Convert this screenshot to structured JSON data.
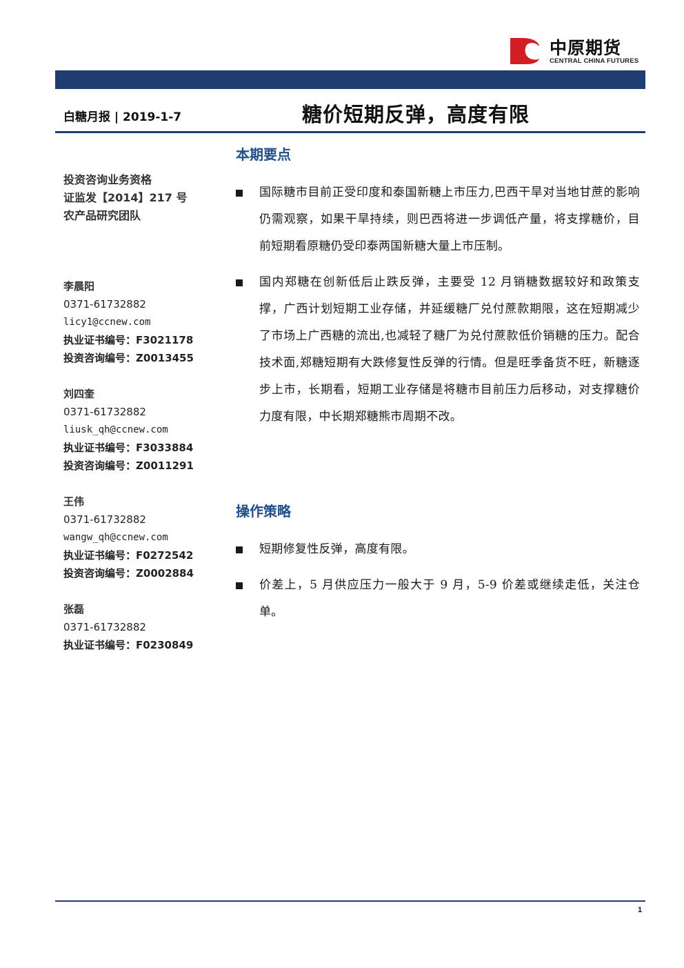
{
  "brand": {
    "name_cn": "中原期货",
    "name_en": "CENTRAL CHINA FUTURES",
    "colors": {
      "logo_red": "#d21f26",
      "band_navy": "#1f3d70",
      "heading_blue": "#1f4e8c"
    }
  },
  "header": {
    "report_type": "白糖月报 | 2019-1-7",
    "title": "糖价短期反弹，高度有限"
  },
  "sidebar": {
    "qualification": [
      "投资咨询业务资格",
      "证监发【2014】217 号",
      "农产品研究团队"
    ],
    "analysts": [
      {
        "name": "李晨阳",
        "phone": "0371-61732882",
        "email": "licy1@ccnew.com",
        "license": "执业证书编号：F3021178",
        "consult": "投资咨询编号：Z0013455"
      },
      {
        "name": "刘四奎",
        "phone": "0371-61732882",
        "email": "liusk_qh@ccnew.com",
        "license": "执业证书编号：F3033884",
        "consult": "投资咨询编号：Z0011291"
      },
      {
        "name": "王伟",
        "phone": "0371-61732882",
        "email": "wangw_qh@ccnew.com",
        "license": "执业证书编号：F0272542",
        "consult": "投资咨询编号：Z0002884"
      },
      {
        "name": "张磊",
        "phone": "0371-61732882",
        "license": "执业证书编号：F0230849"
      }
    ]
  },
  "main": {
    "highlights_title": "本期要点",
    "highlights": [
      "国际糖市目前正受印度和泰国新糖上市压力,巴西干旱对当地甘蔗的影响仍需观察，如果干旱持续，则巴西将进一步调低产量，将支撑糖价，目前短期看原糖仍受印泰两国新糖大量上市压制。",
      "国内郑糖在创新低后止跌反弹，主要受 12 月销糖数据较好和政策支撑，广西计划短期工业存储，并延缓糖厂兑付蔗款期限，这在短期减少了市场上广西糖的流出,也减轻了糖厂为兑付蔗款低价销糖的压力。配合技术面,郑糖短期有大跌修复性反弹的行情。但是旺季备货不旺，新糖逐步上市，长期看，短期工业存储是将糖市目前压力后移动，对支撑糖价力度有限，中长期郑糖熊市周期不改。"
    ],
    "strategy_title": "操作策略",
    "strategy": [
      "短期修复性反弹，高度有限。",
      "价差上，5 月供应压力一般大于 9 月，5-9 价差或继续走低，关注仓单。"
    ]
  },
  "footer": {
    "page_number": "1"
  }
}
